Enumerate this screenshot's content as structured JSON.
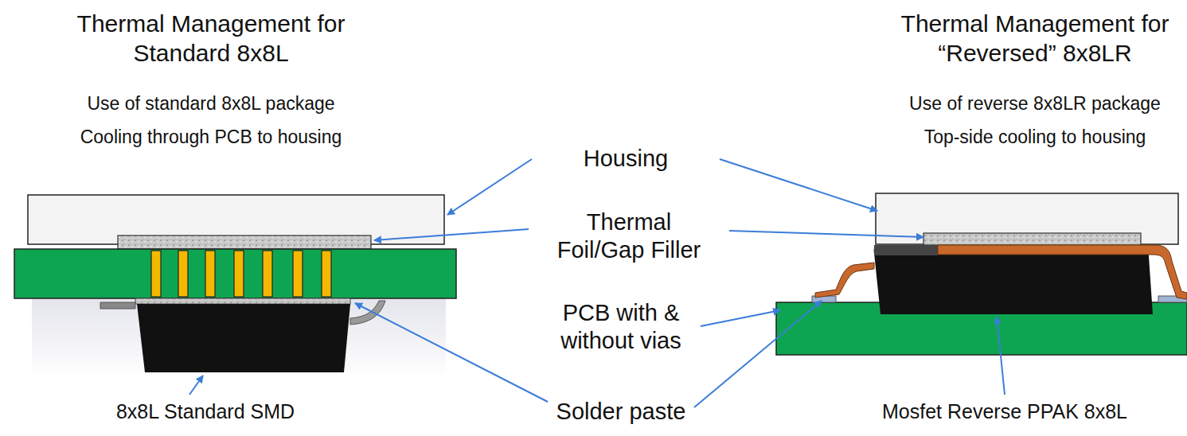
{
  "diagram": {
    "labels": [
      "Thermal Management for Standard 8x8L",
      "Use of standard 8x8L package",
      "Cooling through PCB to housing",
      "Thermal Management for “Reversed” 8x8LR",
      "Use of reverse 8x8LR package",
      "Top-side cooling to housing",
      "Housing",
      "Thermal Foil/Gap Filler",
      "PCB with & without vias",
      "Solder paste",
      "8x8L Standard SMD",
      "Mosfet Reverse PPAK 8x8L"
    ]
  }
}
